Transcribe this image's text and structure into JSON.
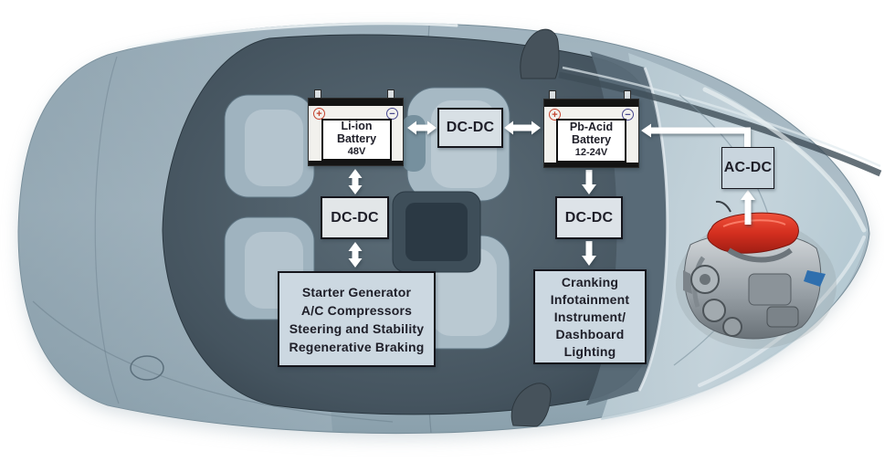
{
  "diagram": {
    "li_ion_battery": {
      "plus": "+",
      "minus": "−",
      "line1": "Li-ion",
      "line2": "Battery",
      "line3": "48V"
    },
    "pb_acid_battery": {
      "plus": "+",
      "minus": "−",
      "line1": "Pb-Acid",
      "line2": "Battery",
      "line3": "12-24V"
    },
    "dcdc_top": "DC-DC",
    "dcdc_left": "DC-DC",
    "dcdc_right": "DC-DC",
    "acdc": "AC-DC",
    "loads_48v": {
      "line1": "Starter Generator",
      "line2": "A/C Compressors",
      "line3": "Steering and Stability",
      "line4": "Regenerative Braking"
    },
    "loads_12v": {
      "line1": "Cranking",
      "line2": "Infotainment",
      "line3": "Instrument/",
      "line4": "Dashboard",
      "line5": "Lighting"
    },
    "colors": {
      "converter_box_fill": "#d8e0e5",
      "load_box_fill": "#ccd8e1",
      "battery_case": "#f2f1ed",
      "battery_band": "#141414",
      "plus_terminal_red": "#c4432e",
      "minus_terminal_blue": "#45458d",
      "arrow_white": "#ffffff",
      "text_dark": "#1e1e28",
      "engine_cover_red": "#d42f1f",
      "car_body_silver": "#a9bcc6"
    }
  }
}
